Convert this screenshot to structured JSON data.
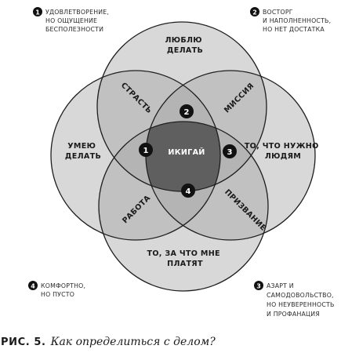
{
  "circles": {
    "top": {
      "label_lines": [
        "ЛЮБЛЮ",
        "ДЕЛАТЬ"
      ]
    },
    "left": {
      "label_lines": [
        "УМЕЮ",
        "ДЕЛАТЬ"
      ]
    },
    "right": {
      "label_lines": [
        "ТО, ЧТО НУЖНО",
        "ЛЮДЯМ"
      ]
    },
    "bottom": {
      "label_lines": [
        "ТО, ЗА ЧТО МНЕ",
        "ПЛАТЯТ"
      ]
    }
  },
  "overlaps": {
    "passion": "СТРАСТЬ",
    "mission": "МИССИЯ",
    "profession": "РАБОТА",
    "vocation": "ПРИЗВАНИЕ",
    "center": "ИКИГАЙ"
  },
  "badges": {
    "b1": "1",
    "b2": "2",
    "b3": "3",
    "b4": "4"
  },
  "notes": {
    "n1": {
      "num": "1",
      "lines": [
        "УДОВЛЕТВОРЕНИЕ,",
        "НО ОЩУЩЕНИЕ",
        "БЕСПОЛЕЗНОСТИ"
      ]
    },
    "n2": {
      "num": "2",
      "lines": [
        "ВОСТОРГ",
        "И НАПОЛНЕННОСТЬ,",
        "НО НЕТ ДОСТАТКА"
      ]
    },
    "n3": {
      "num": "3",
      "lines": [
        "АЗАРТ И",
        "САМОДОВОЛЬСТВО,",
        "НО НЕУВЕРЕННОСТЬ",
        "И ПРОФАНАЦИЯ"
      ]
    },
    "n4": {
      "num": "4",
      "lines": [
        "КОМФОРТНО,",
        "НО ПУСТО"
      ]
    }
  },
  "caption": {
    "figure": "РИС. 5.",
    "title": "Как определиться с делом?"
  },
  "colors": {
    "circle_fill": "#a3a3a3",
    "circle_stroke": "#1e1e1e",
    "badge_fill": "#111111"
  }
}
